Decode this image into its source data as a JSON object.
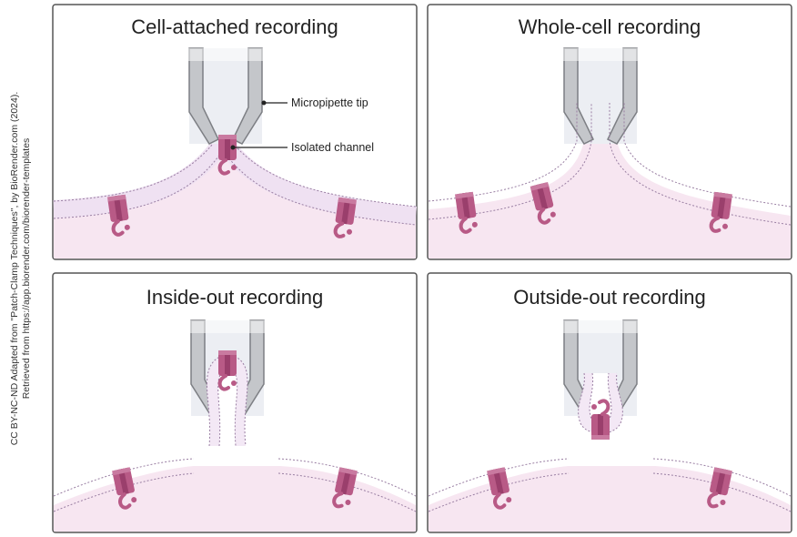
{
  "credit": {
    "line1": "CC BY-NC-ND Adapted from \"Patch-Clamp Techniques\", by BioRender.com (2024).",
    "line2": "Retrieved from https://app.biorender.com/biorender-templates"
  },
  "panels": [
    {
      "title": "Cell-attached recording"
    },
    {
      "title": "Whole-cell recording"
    },
    {
      "title": "Inside-out recording"
    },
    {
      "title": "Outside-out recording"
    }
  ],
  "labels": {
    "pipette": "Micropipette tip",
    "channel": "Isolated channel"
  },
  "colors": {
    "cytoplasm": "#f7e6f1",
    "membrane": "#f3e8f5",
    "channel": "#b85a86",
    "pipette_glass": "#c4c6ca",
    "frame": "#555555"
  }
}
